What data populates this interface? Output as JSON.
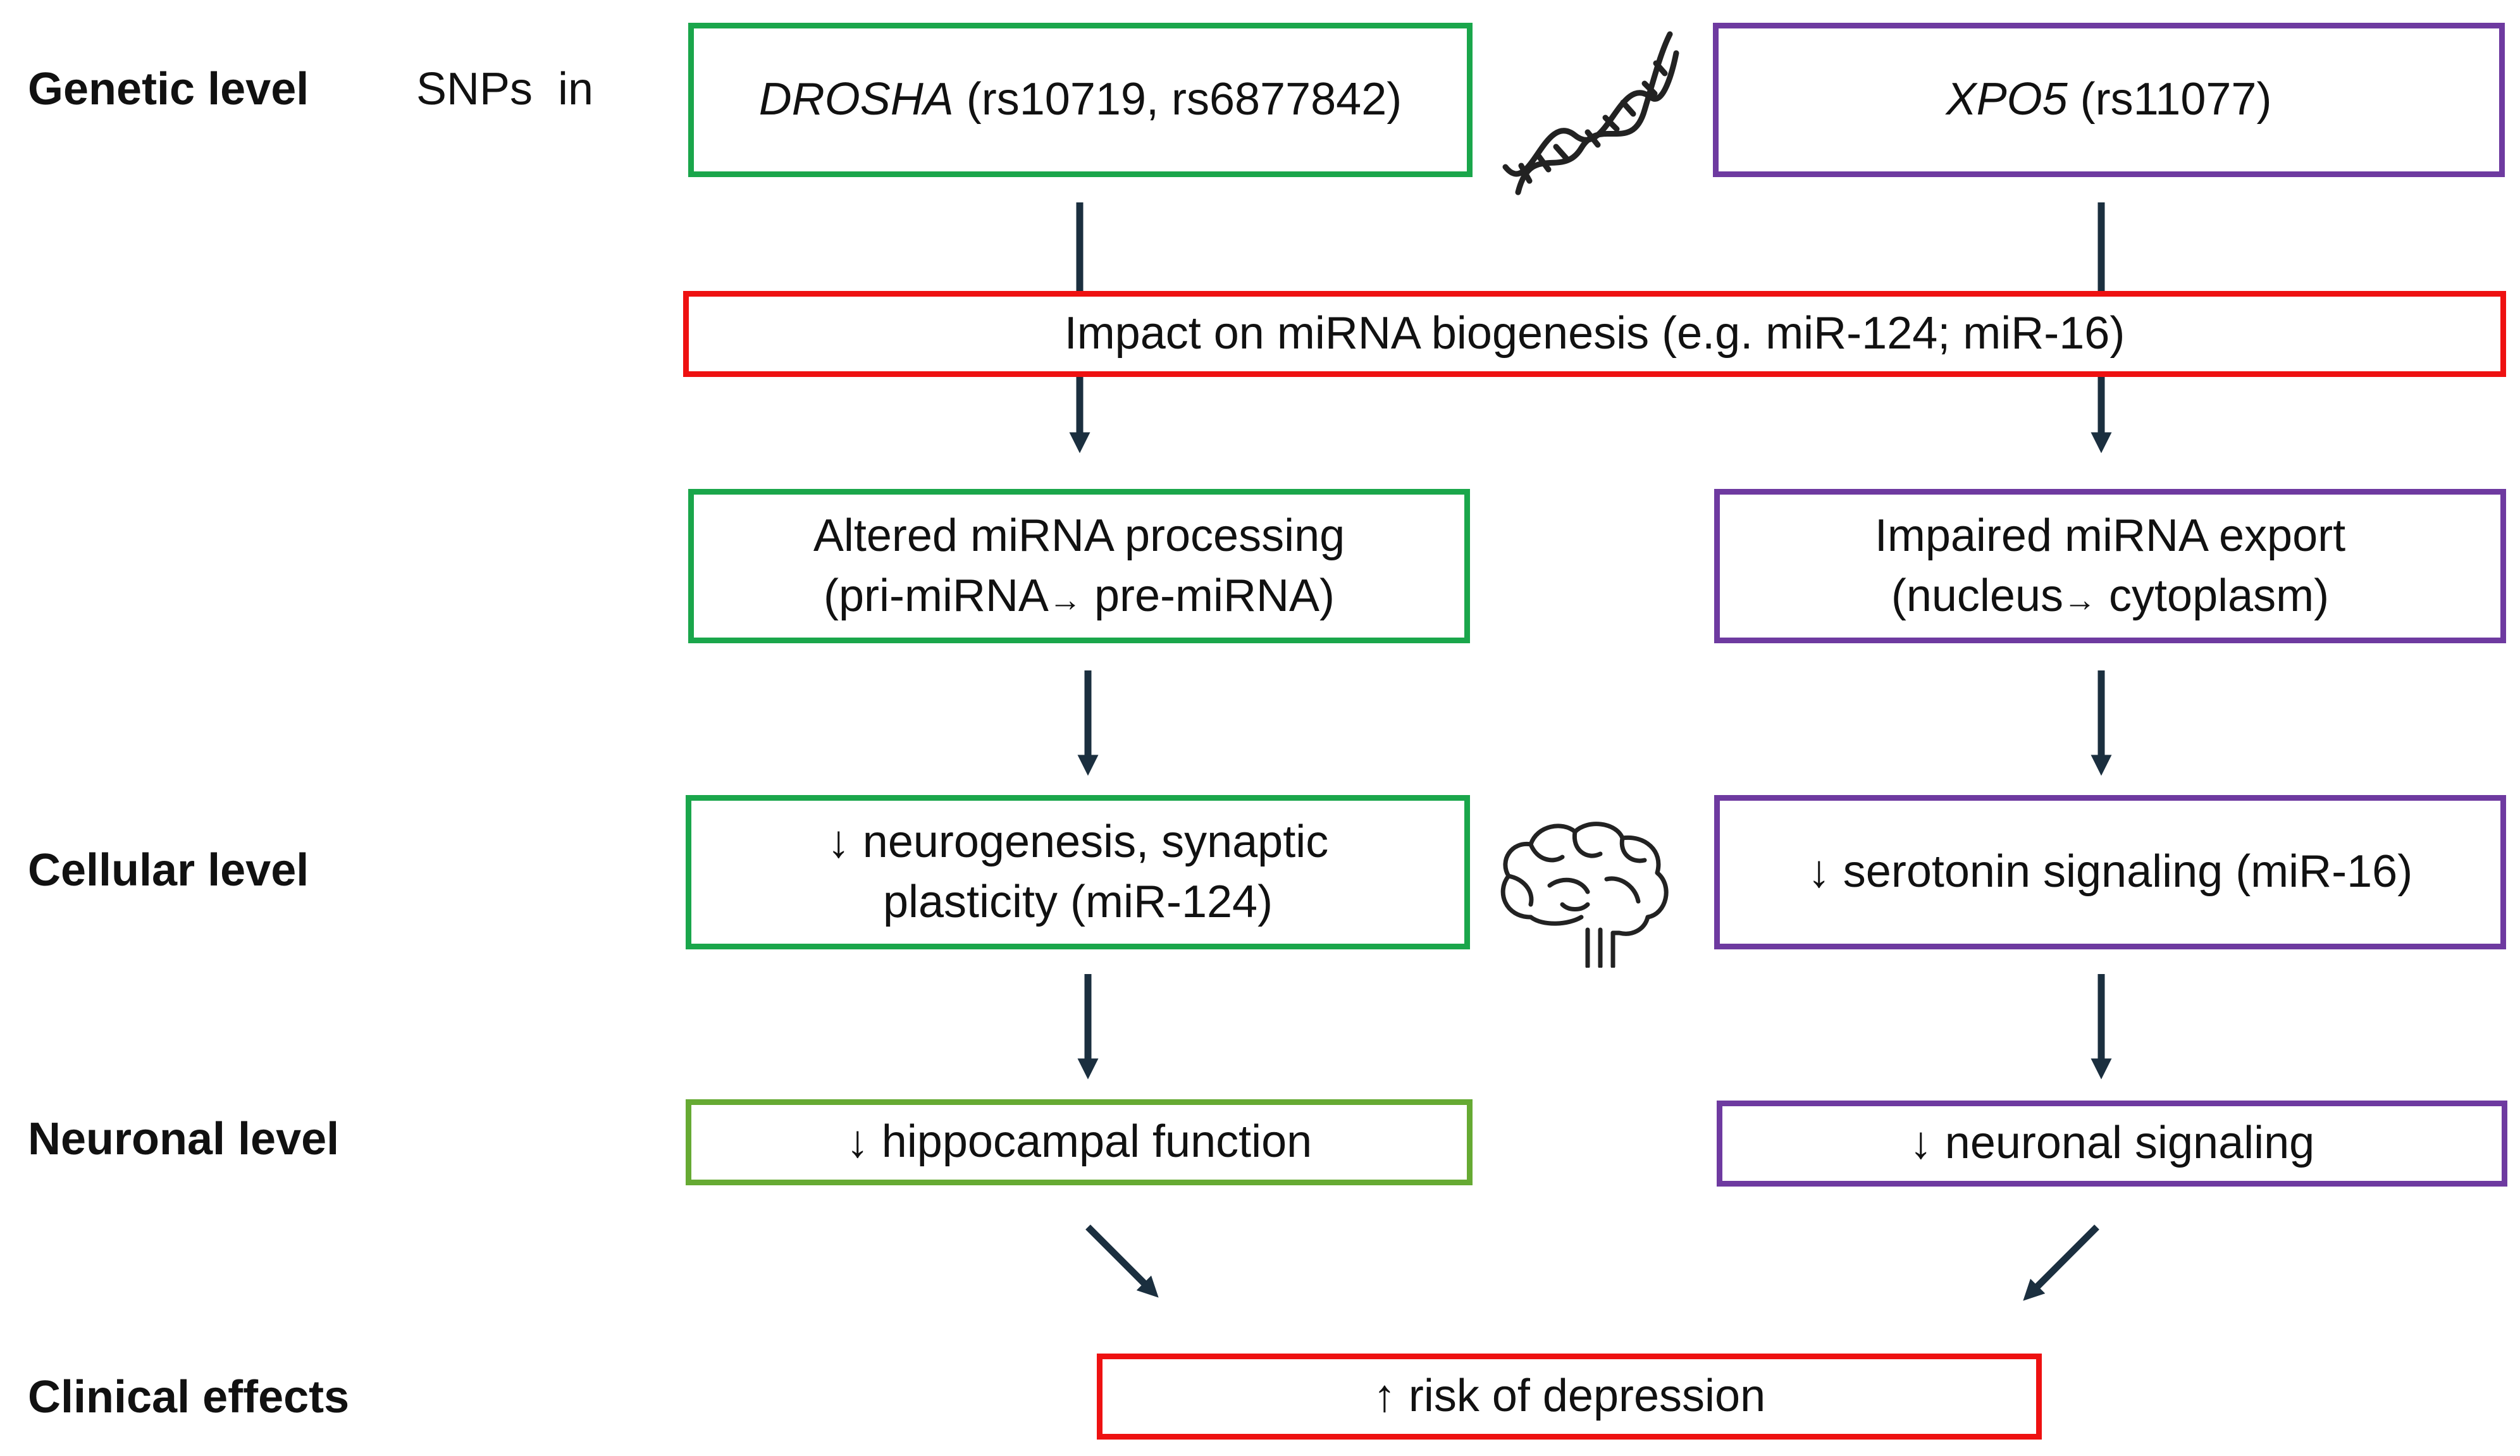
{
  "levels": {
    "genetic": "Genetic level",
    "cellular": "Cellular level",
    "neuronal": "Neuronal level",
    "clinical": "Clinical effects"
  },
  "snps_prefix": "SNPs  in",
  "genes": {
    "drosha": {
      "name": "DROSHA",
      "variants": " (rs10719, rs6877842)"
    },
    "xpo5": {
      "name": "XPO5",
      "variants": " (rs11077)"
    }
  },
  "impact": "Impact on miRNA biogenesis (e.g. miR-124; miR-16)",
  "processing": {
    "drosha": {
      "line1": "Altered miRNA processing",
      "line2": "(pri-miRNA",
      "arrow": "→",
      "line2b": " pre-miRNA)"
    },
    "xpo5": {
      "line1": "Impaired miRNA export",
      "line2": "(nucleus",
      "arrow": "→",
      "line2b": " cytoplasm)"
    }
  },
  "cellular": {
    "drosha": {
      "line1": "↓ neurogenesis, synaptic",
      "line2": "plasticity (miR-124)"
    },
    "xpo5": "↓ serotonin signaling (miR-16)"
  },
  "neuronal": {
    "drosha": "↓ hippocampal function",
    "xpo5": "↓ neuronal signaling"
  },
  "clinical": "↑ risk of depression",
  "icons": [
    "dna-helix-icon",
    "brain-icon"
  ],
  "colors": {
    "green": "#1aa64b",
    "light_green": "#66aa33",
    "purple": "#6e3aa0",
    "red": "#ee1111",
    "arrow": "#1b2f3f"
  }
}
